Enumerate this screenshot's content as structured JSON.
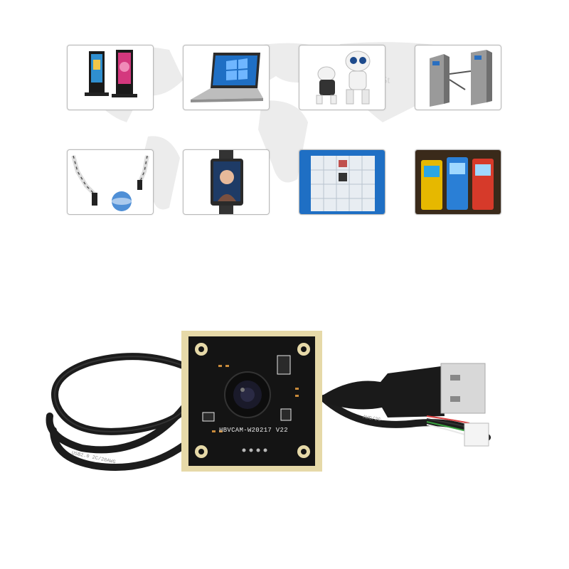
{
  "background": "#ffffff",
  "map_text": "ed St",
  "applications": [
    {
      "id": "kiosk",
      "icon": "digital-signage-kiosk-icon"
    },
    {
      "id": "laptop",
      "icon": "laptop-icon"
    },
    {
      "id": "robot",
      "icon": "robot-icon"
    },
    {
      "id": "turnstile",
      "icon": "turnstile-gate-icon"
    },
    {
      "id": "robot-arm",
      "icon": "robot-arm-icon"
    },
    {
      "id": "face-terminal",
      "icon": "face-recognition-terminal-icon"
    },
    {
      "id": "locker",
      "icon": "smart-locker-icon"
    },
    {
      "id": "atm",
      "icon": "atm-kiosk-icon"
    }
  ],
  "product": {
    "board_label": "HBVCAM-W20217  V22",
    "cable_print_left": "USB2.0  2C/28AWG",
    "cable_print_right": "AWG/2C",
    "pcb_color": "#141414",
    "pad_color": "#e6d9a8",
    "cable_color": "#1c1c1c"
  }
}
